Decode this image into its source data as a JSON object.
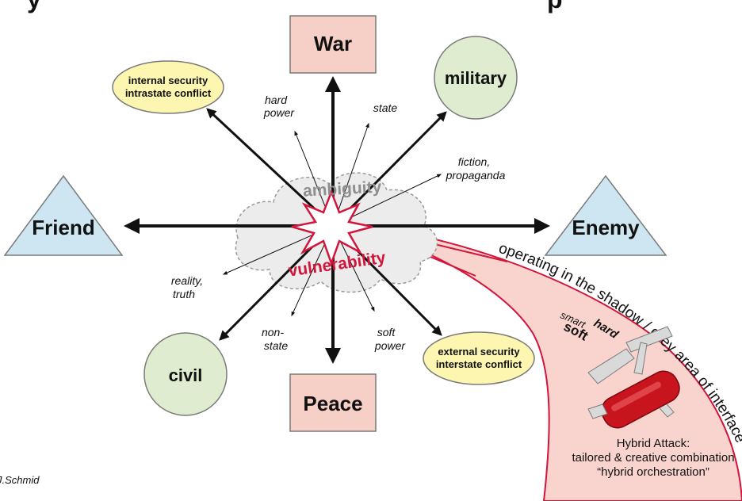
{
  "title_partial": "y                                   p",
  "nodes": {
    "war": "War",
    "peace": "Peace",
    "friend": "Friend",
    "enemy": "Enemy",
    "military": "military",
    "civil": "civil",
    "internal": [
      "internal security",
      "intrastate conflict"
    ],
    "external": [
      "external security",
      "interstate conflict"
    ]
  },
  "axis_labels": {
    "hard_power": [
      "hard",
      "power"
    ],
    "state": "state",
    "fiction": [
      "fiction,",
      "propaganda"
    ],
    "reality": [
      "reality,",
      "truth"
    ],
    "non_state": [
      "non-",
      "state"
    ],
    "soft_power": [
      "soft",
      "power"
    ]
  },
  "center": {
    "ambiguity": "ambiguity",
    "vulnerability": "vulnerability"
  },
  "shadow": {
    "label": "operating in the shadow / grey area of interfaces",
    "hard": "hard",
    "smart": "smart",
    "soft": "soft"
  },
  "hybrid_attack": [
    "Hybrid Attack:",
    "tailored & creative combination",
    "“hybrid orchestration”"
  ],
  "credit": "J.Schmid",
  "colors": {
    "box_fill": "#f6d0c6",
    "circle_fill": "#dfeccf",
    "triangle_fill": "#cde6f2",
    "ellipse_fill": "#fdf6b0",
    "accent_red": "#d2153b",
    "shadow_fill": "#f9d4ce",
    "cloud_fill": "#ececec"
  },
  "icons": [
    "swiss-army-knife-icon",
    "starburst-icon",
    "cloud-icon"
  ]
}
